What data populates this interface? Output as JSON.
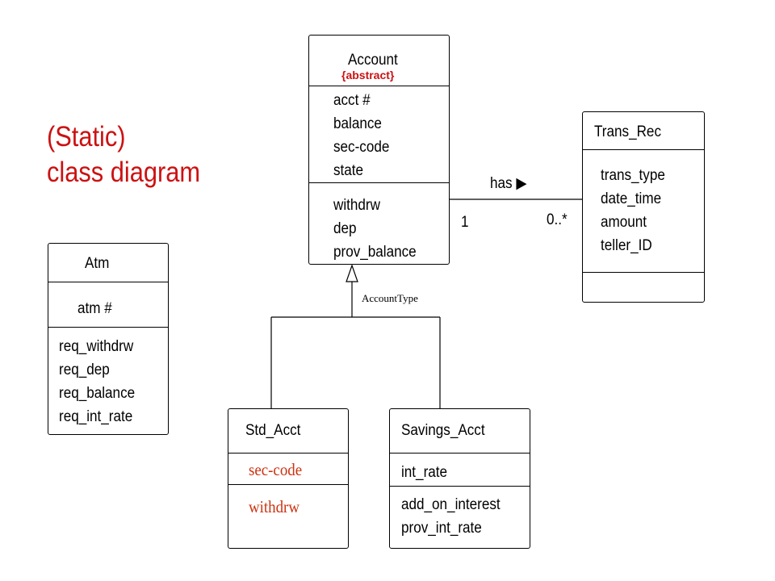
{
  "title": {
    "line1": "(Static)",
    "line2": "class diagram"
  },
  "account": {
    "name": "Account",
    "stereotype": "{abstract}",
    "attributes": [
      "acct #",
      "balance",
      "sec-code",
      "state"
    ],
    "operations": [
      "withdrw",
      "dep",
      "prov_balance"
    ]
  },
  "trans_rec": {
    "name": "Trans_Rec",
    "attributes": [
      "trans_type",
      "date_time",
      "amount",
      "teller_ID"
    ]
  },
  "atm": {
    "name": "Atm",
    "attributes": [
      "atm #"
    ],
    "operations": [
      "req_withdrw",
      "req_dep",
      "req_balance",
      "req_int_rate"
    ]
  },
  "std_acct": {
    "name": "Std_Acct",
    "attributes": [
      "sec-code"
    ],
    "operations": [
      "withdrw"
    ]
  },
  "savings_acct": {
    "name": "Savings_Acct",
    "attributes": [
      "int_rate"
    ],
    "operations": [
      "add_on_interest",
      "prov_int_rate"
    ]
  },
  "association": {
    "label": "has ▶",
    "mult_left": "1",
    "mult_right": "0..*"
  },
  "generalization": {
    "label": "AccountType"
  }
}
